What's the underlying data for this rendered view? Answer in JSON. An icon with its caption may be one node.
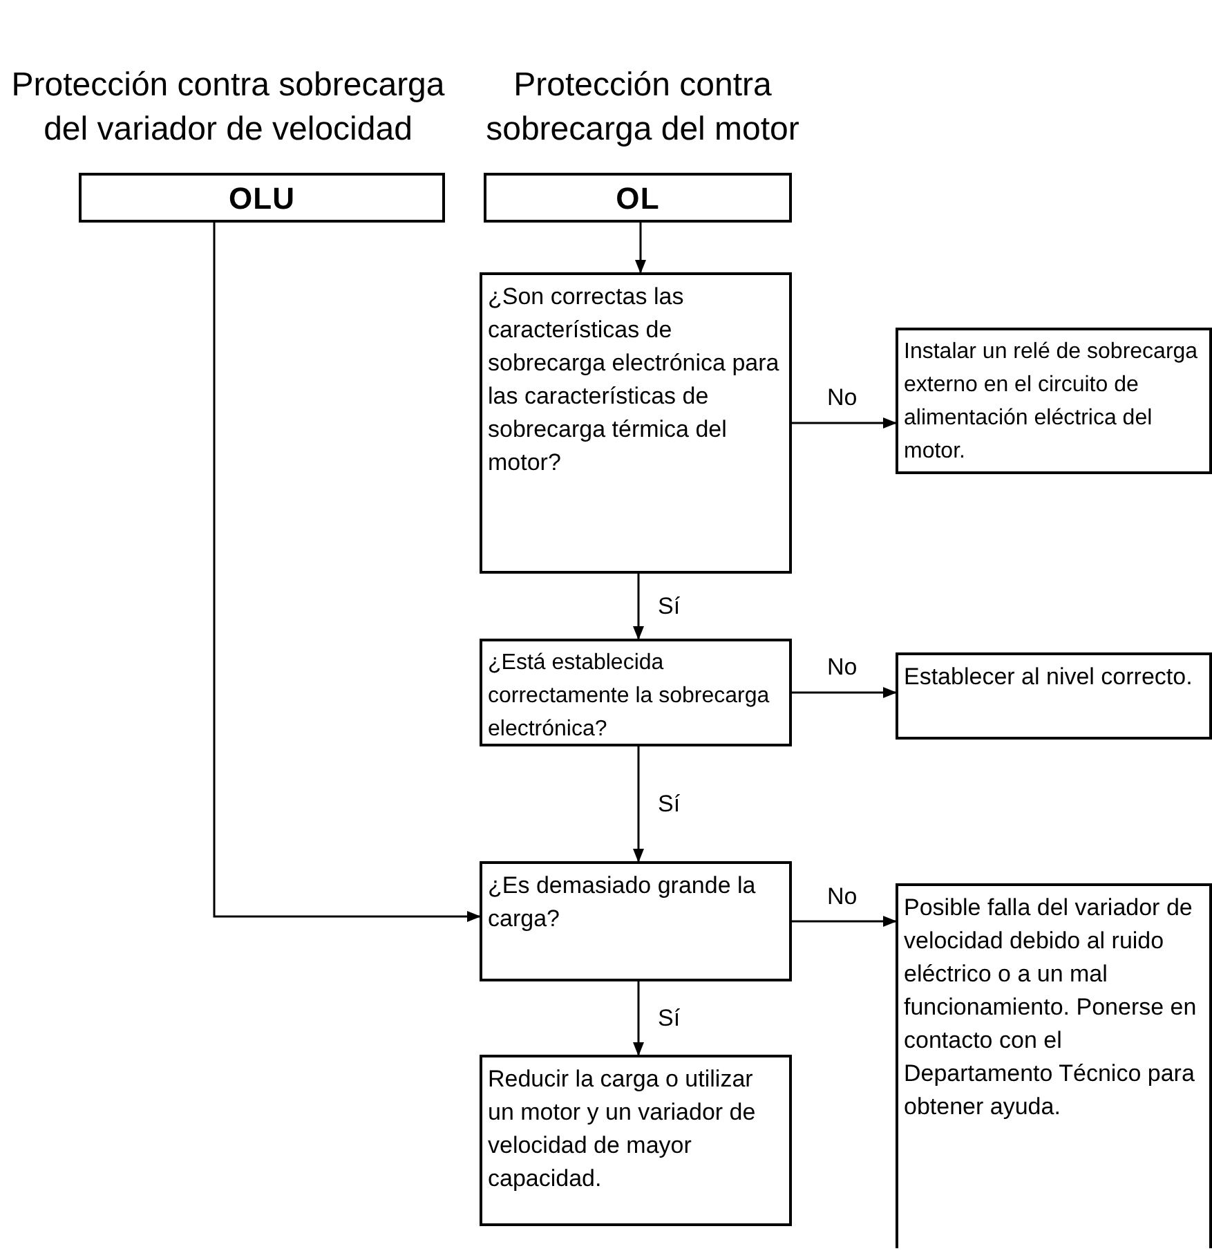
{
  "diagram": {
    "nodes": [
      {
        "text": [
          "Protección contra sobrecarga del variador de velocidad",
          "OLU"
        ]
      },
      {
        "text": [
          "Protección contra sobrecarga del motor",
          "OL"
        ]
      },
      {
        "text": [
          "¿Son correctas las características de sobrecarga electrónica para las características de sobrecarga térmica del motor?"
        ]
      },
      {
        "text": [
          "Instalar un relé de sobrecarga externo en el circuito de alimentación eléctrica del motor."
        ]
      },
      {
        "text": [
          "¿Está establecida correctamente la sobrecarga electrónica?"
        ]
      },
      {
        "text": [
          "Establecer al nivel correcto."
        ]
      },
      {
        "text": [
          "¿Es demasiado grande la carga?"
        ]
      },
      {
        "text": [
          "Posible falla del variador de velocidad debido al ruido eléctrico o a un mal funcionamiento. Ponerse en contacto con el Departamento Técnico para obtener ayuda."
        ]
      },
      {
        "text": [
          "Reducir la carga o utilizar un motor y un variador de velocidad de mayor capacidad."
        ]
      }
    ],
    "edges": [
      {
        "from": 1,
        "to": 2,
        "arrow": "to"
      },
      {
        "from": 2,
        "to": 3,
        "arrow": "to",
        "label": "No"
      },
      {
        "from": 2,
        "to": 4,
        "arrow": "to",
        "label": "Sí"
      },
      {
        "from": 4,
        "to": 5,
        "arrow": "to",
        "label": "No"
      },
      {
        "from": 4,
        "to": 6,
        "arrow": "to",
        "label": "Sí"
      },
      {
        "from": 0,
        "to": 6,
        "arrow": "to"
      },
      {
        "from": 6,
        "to": 7,
        "arrow": "to",
        "label": "No"
      },
      {
        "from": 6,
        "to": 8,
        "arrow": "to",
        "label": "Sí"
      }
    ]
  }
}
